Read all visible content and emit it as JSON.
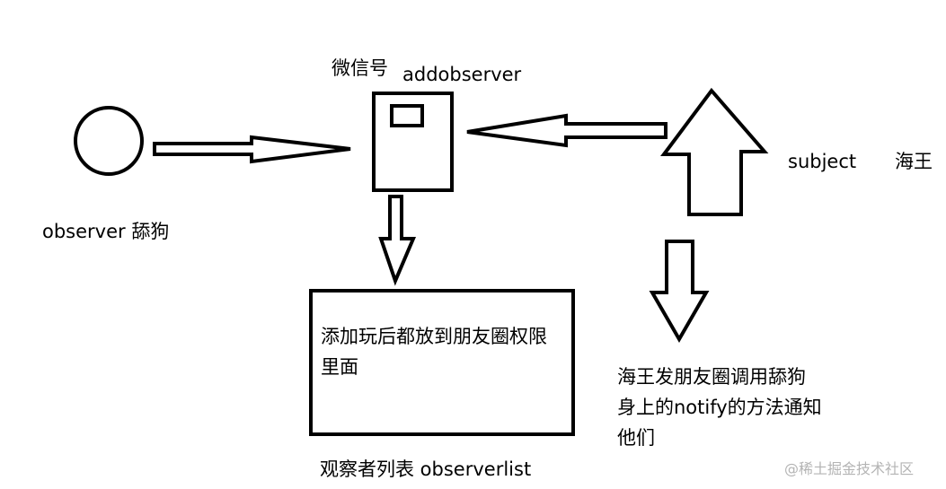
{
  "labels": {
    "wechat": "微信号",
    "addobserver": "addobserver",
    "observer": "observer 舔狗",
    "subject": "subject",
    "haiwang": "海王",
    "list_caption": "观察者列表 observerlist"
  },
  "box_text": "添加玩后都放到朋友圈权限里面",
  "note_text": "海王发朋友圈调用舔狗身上的notify的方法通知他们",
  "watermark": "@稀土掘金技术社区",
  "colors": {
    "stroke": "#000000",
    "fill": "#ffffff",
    "watermark": "#b4b4b4"
  }
}
